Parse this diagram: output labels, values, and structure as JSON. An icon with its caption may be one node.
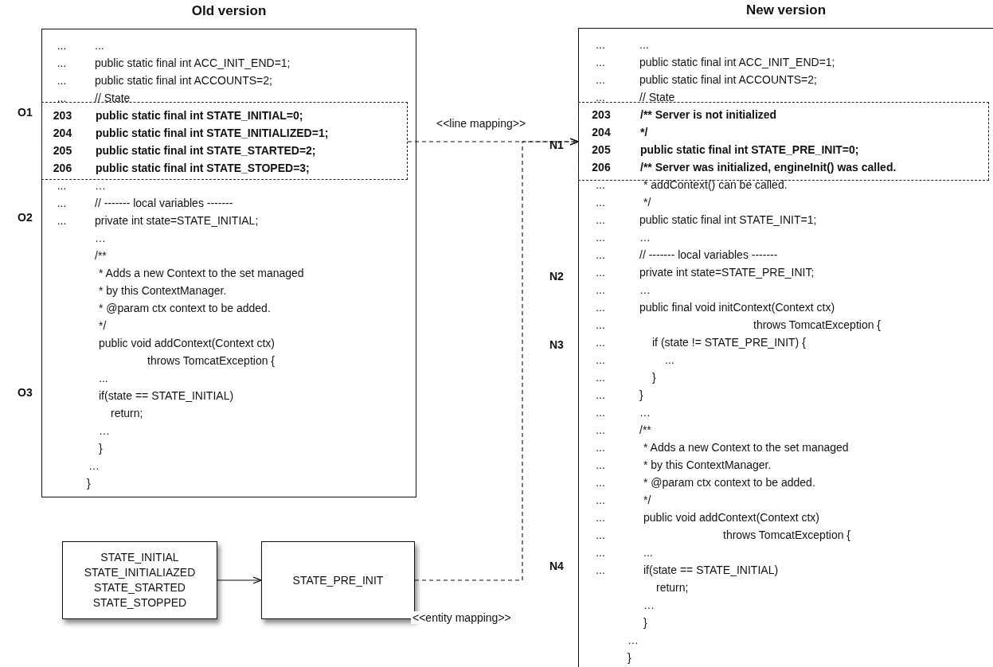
{
  "diagram": {
    "nodes": [
      {
        "text": [
          "Old version"
        ]
      },
      {
        "text": [
          "...",
          "...",
          "...",
          "...",
          "...",
          "...",
          "..."
        ],
        "in": 0
      },
      {
        "text": [
          "...",
          "public static final int ACC_INIT_END=1;",
          "public static final int ACCOUNTS=2;",
          "// State",
          "…",
          "// ------- local variables -------",
          "private int state=STATE_INITIAL;",
          "…",
          "/**",
          "* Adds a new Context to the set managed",
          "* by this ContextManager.",
          "* @param ctx context to be added.",
          "*/",
          "public void addContext(Context ctx)",
          "throws TomcatException {",
          "...",
          "if(state == STATE_INITIAL)",
          "return;",
          "…",
          "}",
          "…",
          "}"
        ],
        "in": 0
      },
      {
        "text": [
          "203",
          "public static final int STATE_INITIAL=0;",
          "204",
          "public static final int STATE_INITIALIZED=1;",
          "205",
          "public static final int STATE_STARTED=2;",
          "206",
          "public static final int STATE_STOPED=3;"
        ],
        "in": 0
      },
      {
        "text": [
          "New version"
        ]
      },
      {
        "text": [
          "...",
          "...",
          "...",
          "...",
          "...",
          "...",
          "...",
          "...",
          "...",
          "...",
          "...",
          "...",
          "...",
          "...",
          "...",
          "...",
          "...",
          "...",
          "...",
          "...",
          "...",
          "...",
          "...",
          "...",
          "...",
          "...",
          "..."
        ],
        "in": 4
      },
      {
        "text": [
          "...",
          "public static final int ACC_INIT_END=1;",
          "public static final int ACCOUNTS=2;",
          "// State",
          "* addContext() can be called.",
          "*/",
          "public static final int STATE_INIT=1;",
          "…",
          "// ------- local variables -------",
          "private int state=STATE_PRE_INIT;",
          "…",
          "public final void initContext(Context ctx)",
          "throws TomcatException {",
          "if (state != STATE_PRE_INIT) {",
          "...",
          "}",
          "}",
          "…",
          "/**",
          "* Adds a new Context to the set managed",
          "* by this ContextManager.",
          "* @param ctx context to be added.",
          "*/",
          "public void addContext(Context ctx)",
          "throws TomcatException {",
          "...",
          "if(state == STATE_INITIAL)",
          "return;",
          "…",
          "}",
          "…",
          "}"
        ],
        "in": 4
      },
      {
        "text": [
          "203",
          "/** Server is not initialized",
          "204",
          "*/",
          "205",
          "public static final int STATE_PRE_INIT=0;",
          "206",
          "/** Server was initialized, engineInit() was called."
        ],
        "in": 4
      },
      {
        "text": [
          "STATE_INITIAL",
          "STATE_INITIALIAZED",
          "STATE_STARTED",
          "STATE_STOPPED"
        ]
      },
      {
        "text": [
          "STATE_PRE_INIT"
        ]
      }
    ],
    "edges": [
      {
        "from": 3,
        "to": 7,
        "arrow": "to",
        "style": "dashed",
        "label": "<<line mapping>>"
      },
      {
        "from": 8,
        "to": 9,
        "arrow": "to"
      },
      {
        "from": 9,
        "to": 7,
        "arrow": "to",
        "style": "dashed",
        "label": "<<entity mapping>>"
      }
    ],
    "labels": [
      "O1",
      "N1",
      "O2",
      "N2",
      "N3",
      "O3",
      "N4"
    ]
  }
}
